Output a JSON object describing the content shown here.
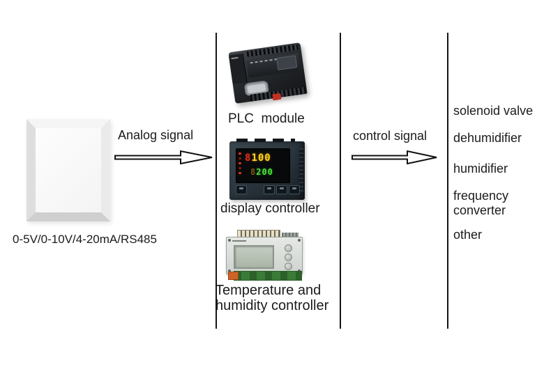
{
  "page": {
    "background": "#ffffff"
  },
  "source": {
    "caption": "0-5V/0-10V/4-20mA/RS485"
  },
  "flow": {
    "analog_label": "Analog signal",
    "control_label": "control signal"
  },
  "devices": {
    "plc": {
      "label": "PLC  module"
    },
    "display_controller": {
      "label": "display controller",
      "row1_ghost": "8",
      "row1_value": "100",
      "row2_ghost": "8",
      "row2_value": "200"
    },
    "temp_humidity": {
      "label_line1": "Temperature and",
      "label_line2": "humidity controller"
    }
  },
  "outputs": {
    "items": [
      "solenoid valve",
      "dehumidifier",
      "humidifier",
      "frequency converter",
      "other"
    ]
  },
  "colors": {
    "text": "#1a1a1a",
    "divider_line": "#141414",
    "digit_amber": "#ffd21e",
    "digit_green": "#4ee33c",
    "led_red": "#e03020",
    "pcb_green": "#3a7c37",
    "connector_orange": "#cd6327"
  }
}
